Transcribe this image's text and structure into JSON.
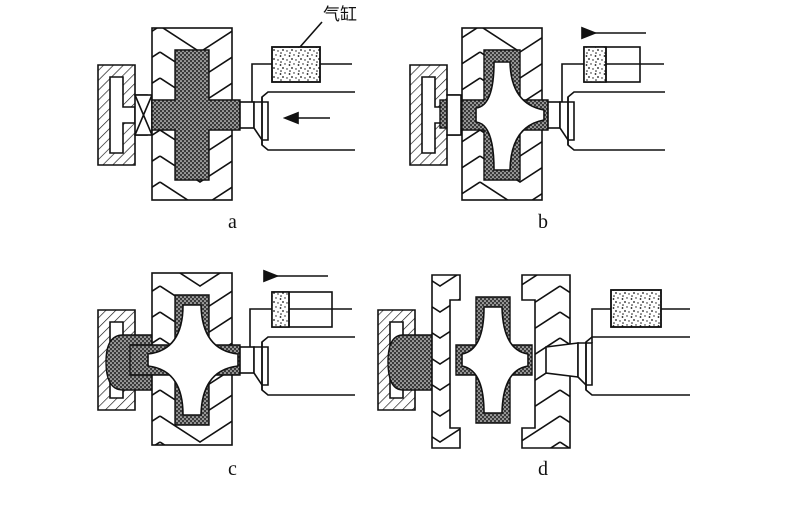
{
  "cylinder_label": "气缸",
  "panels": [
    {
      "id": "a",
      "caption": "a"
    },
    {
      "id": "b",
      "caption": "b"
    },
    {
      "id": "c",
      "caption": "c"
    },
    {
      "id": "d",
      "caption": "d"
    }
  ]
}
